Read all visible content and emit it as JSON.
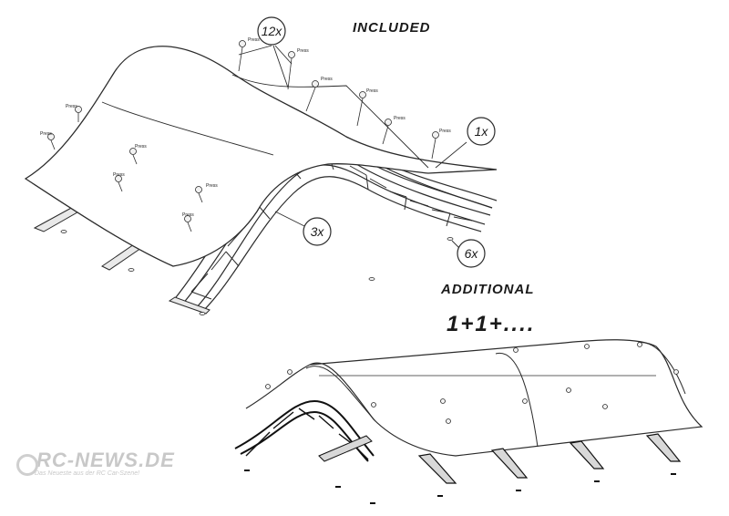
{
  "headings": {
    "included": "INCLUDED",
    "additional": "ADDITIONAL",
    "formula": "1+1+...."
  },
  "callouts": {
    "fasteners": "12x",
    "ramp_sheet": "1x",
    "truss_frames": "3x",
    "feet": "6x"
  },
  "press_label": "Press",
  "watermark": {
    "main": "RC-NEWS.DE",
    "sub": "Das Neueste aus der RC Car-Szene!"
  },
  "colors": {
    "line": "#2b2b2b",
    "sheet_fill": "#ffffff",
    "frame_fill": "#e9e9e9",
    "watermark": "#c8c8c8"
  }
}
